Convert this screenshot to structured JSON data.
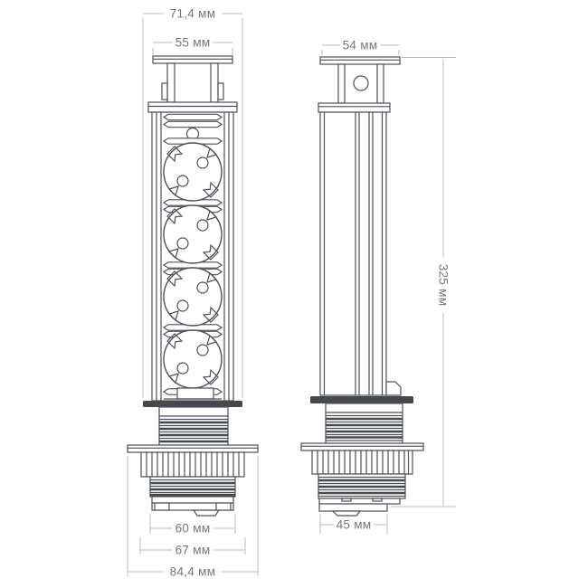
{
  "drawing": {
    "type": "technical-drawing",
    "subject": "pop-up kitchen socket extension block, front and side views",
    "units": "мм",
    "front_view": {
      "socket_count": 4,
      "labels": {
        "top_width": "71,4 мм",
        "cap_width": "55 мм",
        "body_width": "60 мм",
        "nut_width": "67 мм",
        "flange_width": "84,4 мм"
      }
    },
    "side_view": {
      "labels": {
        "cap_width": "54 мм",
        "height": "325 мм",
        "base_width": "45 мм"
      }
    },
    "colors": {
      "outline": "#4d5156",
      "fill_dark": "#45494e",
      "dimension_line": "#b8bbbe",
      "dimension_text": "#74787c",
      "background": "#ffffff"
    }
  }
}
